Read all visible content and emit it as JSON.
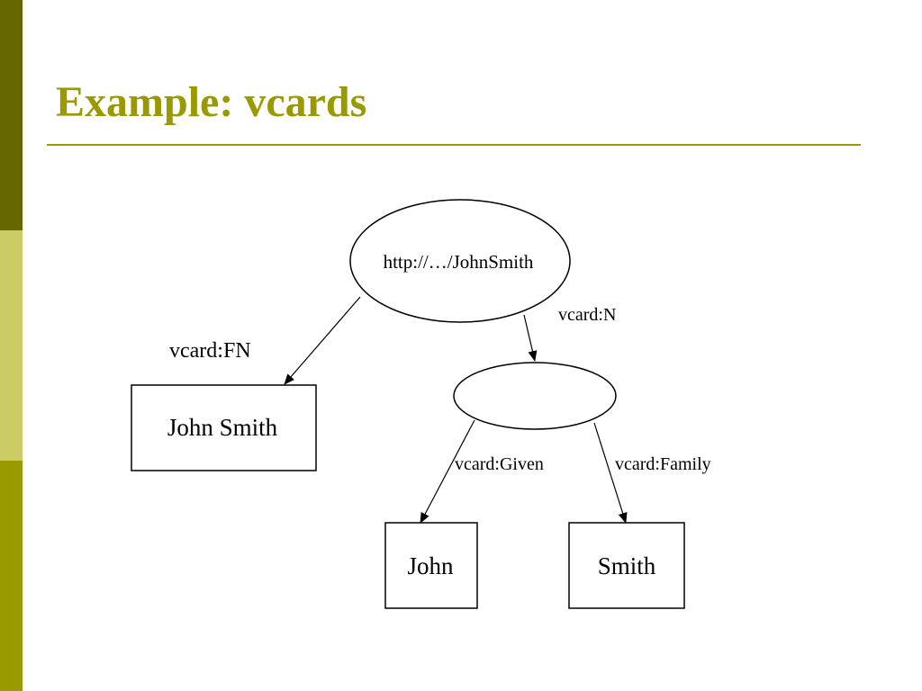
{
  "slide": {
    "title": "Example: vcards",
    "colors": {
      "title": "#999900",
      "rule": "#999900",
      "sidebar_dark": "#666600",
      "sidebar_light": "#CCCC66",
      "sidebar_mid": "#999900"
    }
  },
  "diagram": {
    "nodes": {
      "resource": {
        "label": "http://…/JohnSmith",
        "shape": "ellipse"
      },
      "blank": {
        "label": "",
        "shape": "ellipse"
      },
      "fullname": {
        "label": "John Smith",
        "shape": "box"
      },
      "given": {
        "label": "John",
        "shape": "box"
      },
      "family": {
        "label": "Smith",
        "shape": "box"
      }
    },
    "edges": {
      "fn": {
        "label": "vcard:FN",
        "from": "resource",
        "to": "fullname"
      },
      "n": {
        "label": "vcard:N",
        "from": "resource",
        "to": "blank"
      },
      "given": {
        "label": "vcard:Given",
        "from": "blank",
        "to": "given"
      },
      "family": {
        "label": "vcard:Family",
        "from": "blank",
        "to": "family"
      }
    }
  }
}
